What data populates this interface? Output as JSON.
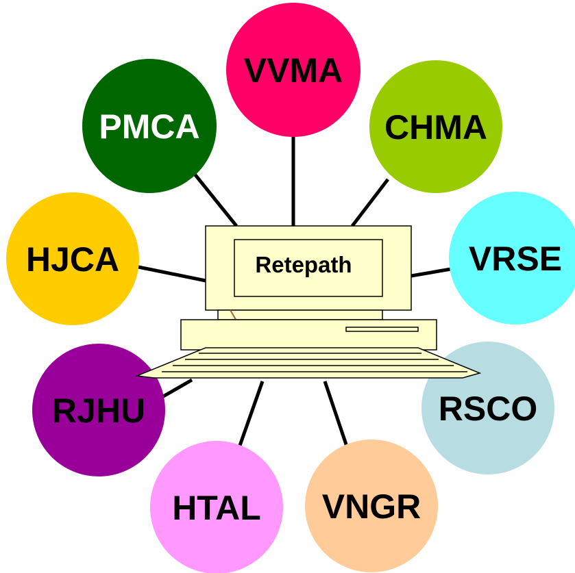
{
  "center": {
    "label": "Retepath",
    "icon": "desktop-computer-icon"
  },
  "nodes": [
    {
      "id": "vvma",
      "label": "VVMA",
      "color": "#ff0066",
      "text_color": "#000000"
    },
    {
      "id": "chma",
      "label": "CHMA",
      "color": "#99cc00",
      "text_color": "#000000"
    },
    {
      "id": "vrse",
      "label": "VRSE",
      "color": "#66ffff",
      "text_color": "#000000"
    },
    {
      "id": "rsco",
      "label": "RSCO",
      "color": "#b7dde2",
      "text_color": "#000000"
    },
    {
      "id": "vngr",
      "label": "VNGR",
      "color": "#ffcc99",
      "text_color": "#000000"
    },
    {
      "id": "htal",
      "label": "HTAL",
      "color": "#ff99ff",
      "text_color": "#000000"
    },
    {
      "id": "rjhu",
      "label": "RJHU",
      "color": "#990099",
      "text_color": "#000000"
    },
    {
      "id": "hjca",
      "label": "HJCA",
      "color": "#ffcc00",
      "text_color": "#000000"
    },
    {
      "id": "pmca",
      "label": "PMCA",
      "color": "#006600",
      "text_color": "#ffffff"
    }
  ],
  "colors": {
    "computer_body": "#ffffcc",
    "outline": "#000000"
  }
}
